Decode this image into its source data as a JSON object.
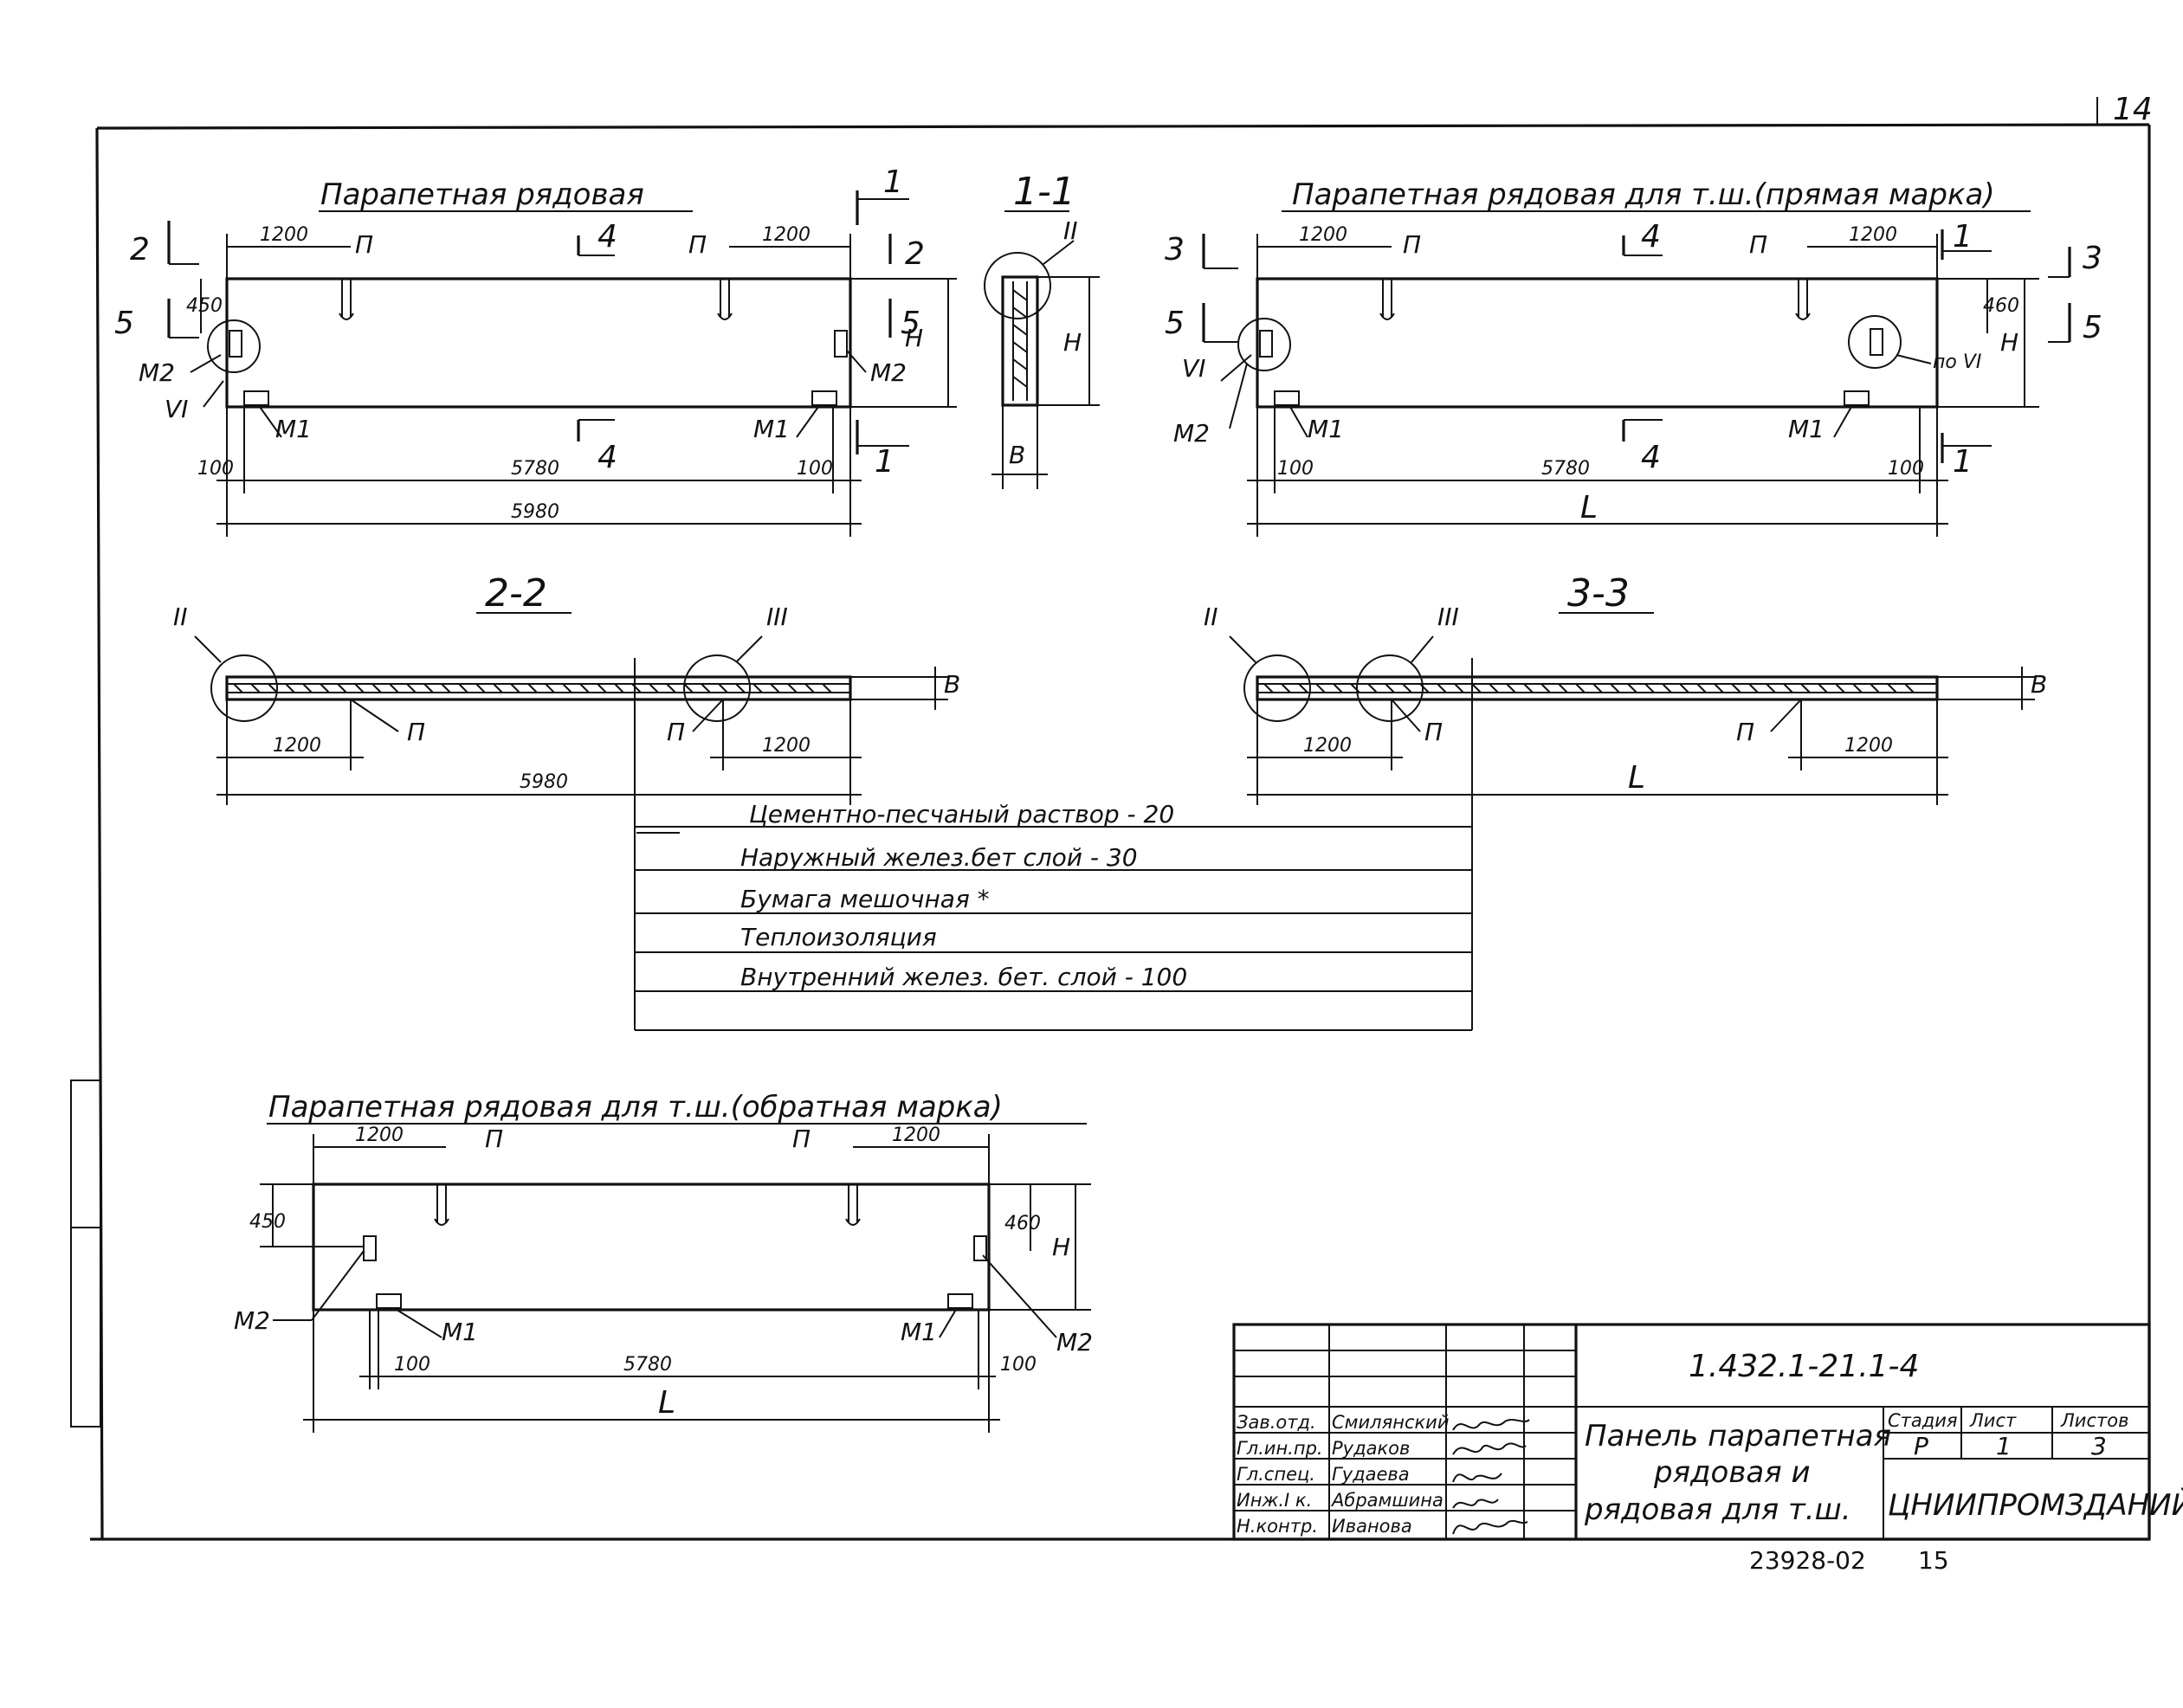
{
  "page_number": "14",
  "views": {
    "top_left_title": "Парапетная рядовая",
    "top_right_title": "Парапетная рядовая для т.ш.(прямая марка)",
    "bottom_title": "Парапетная рядовая для т.ш.(обратная марка)",
    "section_1_1": "1-1",
    "section_2_2": "2-2",
    "section_3_3": "3-3"
  },
  "labels": {
    "m1": "М1",
    "m2": "М2",
    "loop": "П",
    "roman_2": "II",
    "roman_3": "III",
    "roman_6": "VI",
    "roman_6_mirror": "по VI",
    "h": "H",
    "b": "В",
    "l": "L",
    "cut_1": "1",
    "cut_2": "2",
    "cut_3": "3",
    "cut_4": "4",
    "cut_5": "5"
  },
  "dims": {
    "d1200": "1200",
    "d5780": "5780",
    "d5980": "5980",
    "d100": "100",
    "d450": "450",
    "d460": "460"
  },
  "layers": [
    "Цементно-песчаный раствор - 20",
    "Наружный желез.бет слой - 30",
    "Бумага мешочная *",
    "Теплоизоляция",
    "Внутренний желез. бет. слой - 100"
  ],
  "stamp": {
    "doc_code": "1.432.1-21.1-4",
    "title_line1": "Панель парапетная",
    "title_line2": "рядовая и",
    "title_line3": "рядовая для т.ш.",
    "head_stage": "Стадия",
    "head_sheet": "Лист",
    "head_sheets": "Листов",
    "stage": "Р",
    "sheet": "1",
    "sheets": "3",
    "org": "ЦНИИПРОМЗДАНИЙ",
    "roles": [
      "Зав.отд.",
      "Гл.ин.пр.",
      "Гл.спец.",
      "Инж.I к.",
      "Н.контр."
    ],
    "names": [
      "Смилянский",
      "Рудаков",
      "Гудаева",
      "Абрамшина",
      "Иванова"
    ]
  },
  "archive_number": "23928-02",
  "archive_sheet": "15"
}
